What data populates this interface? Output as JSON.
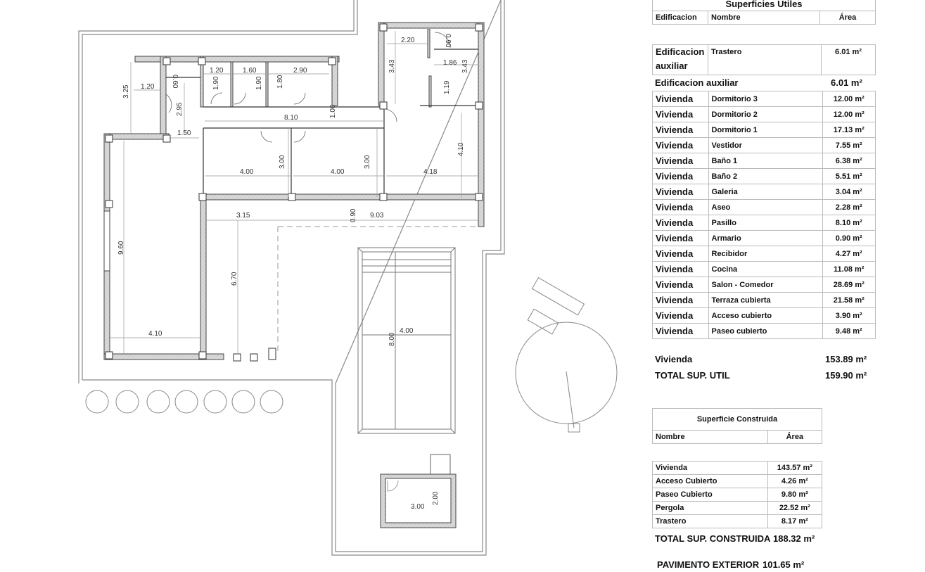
{
  "plan": {
    "dimensions": {
      "d_3_25": "3.25",
      "d_1_20a": "1.20",
      "d_0_60": "0.60",
      "d_2_95": "2.95",
      "d_1_50": "1.50",
      "d_1_20b": "1.20",
      "d_1_90a": "1.90",
      "d_1_60": "1.60",
      "d_1_90b": "1.90",
      "d_2_90": "2.90",
      "d_1_80": "1.80",
      "d_8_10": "8.10",
      "d_1_00": "1.00",
      "d_2_20": "2.20",
      "d_3_43a": "3.43",
      "d_0_90a": "0.90",
      "d_1_86": "1.86",
      "d_3_43b": "3.43",
      "d_1_19": "1.19",
      "d_4_00a": "4.00",
      "d_3_00a": "3.00",
      "d_4_00b": "4.00",
      "d_3_00b": "3.00",
      "d_4_18": "4.18",
      "d_4_10a": "4.10",
      "d_3_15": "3.15",
      "d_0_90b": "0.90",
      "d_9_03": "9.03",
      "d_9_60": "9.60",
      "d_6_70": "6.70",
      "d_4_10b": "4.10",
      "pool_w": "4.00",
      "pool_l": "8.00",
      "shed_w": "3.00",
      "shed_h": "2.00"
    }
  },
  "superficies_utiles": {
    "title": "Superficies Utiles",
    "headers": {
      "edificacion": "Edificacion",
      "nombre": "Nombre",
      "area": "Área"
    },
    "auxiliar_row": {
      "edificacion": "Edificacion auxiliar",
      "nombre": "Trastero",
      "area": "6.01 m²"
    },
    "auxiliar_subtotal": {
      "label": "Edificacion auxiliar",
      "area": "6.01 m²"
    },
    "rows": [
      {
        "edificacion": "Vivienda",
        "nombre": "Dormitorio 3",
        "area": "12.00 m²"
      },
      {
        "edificacion": "Vivienda",
        "nombre": "Dormitorio 2",
        "area": "12.00 m²"
      },
      {
        "edificacion": "Vivienda",
        "nombre": "Dormitorio 1",
        "area": "17.13 m²"
      },
      {
        "edificacion": "Vivienda",
        "nombre": "Vestidor",
        "area": "7.55 m²"
      },
      {
        "edificacion": "Vivienda",
        "nombre": "Baño 1",
        "area": "6.38 m²"
      },
      {
        "edificacion": "Vivienda",
        "nombre": "Baño 2",
        "area": "5.51 m²"
      },
      {
        "edificacion": "Vivienda",
        "nombre": "Galeria",
        "area": "3.04 m²"
      },
      {
        "edificacion": "Vivienda",
        "nombre": "Aseo",
        "area": "2.28 m²"
      },
      {
        "edificacion": "Vivienda",
        "nombre": "Pasillo",
        "area": "8.10 m²"
      },
      {
        "edificacion": "Vivienda",
        "nombre": "Armario",
        "area": "0.90 m²"
      },
      {
        "edificacion": "Vivienda",
        "nombre": "Recibidor",
        "area": "4.27 m²"
      },
      {
        "edificacion": "Vivienda",
        "nombre": "Cocina",
        "area": "11.08 m²"
      },
      {
        "edificacion": "Vivienda",
        "nombre": "Salon - Comedor",
        "area": "28.69 m²"
      },
      {
        "edificacion": "Vivienda",
        "nombre": "Terraza cubierta",
        "area": "21.58 m²"
      },
      {
        "edificacion": "Vivienda",
        "nombre": "Acceso cubierto",
        "area": "3.90 m²"
      },
      {
        "edificacion": "Vivienda",
        "nombre": "Paseo cubierto",
        "area": "9.48 m²"
      }
    ],
    "vivienda_subtotal": {
      "label": "Vivienda",
      "area": "153.89 m²"
    },
    "total": {
      "label": "TOTAL SUP. UTIL",
      "area": "159.90 m²"
    }
  },
  "superficie_construida": {
    "title": "Superficie Construida",
    "headers": {
      "nombre": "Nombre",
      "area": "Área"
    },
    "rows": [
      {
        "nombre": "Vivienda",
        "area": "143.57 m²"
      },
      {
        "nombre": "Acceso Cubierto",
        "area": "4.26 m²"
      },
      {
        "nombre": "Paseo Cubierto",
        "area": "9.80 m²"
      },
      {
        "nombre": "Pergola",
        "area": "22.52 m²"
      },
      {
        "nombre": "Trastero",
        "area": "8.17 m²"
      }
    ],
    "total": {
      "label": "TOTAL SUP. CONSTRUIDA",
      "area": "188.32 m²"
    },
    "pavimento_partial": {
      "label": "PAVIMENTO EXTERIOR",
      "area": "101.65 m²"
    }
  }
}
